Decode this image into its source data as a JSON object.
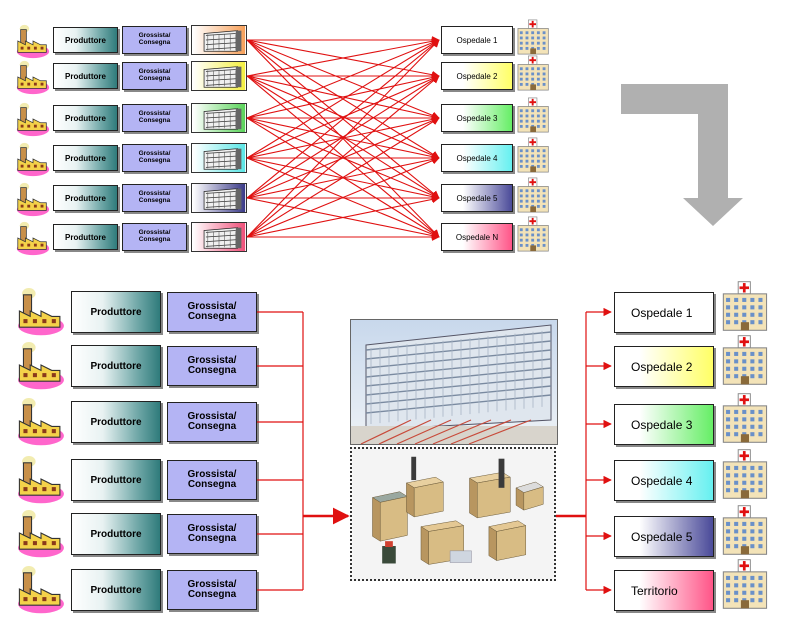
{
  "top": {
    "producer_label": "Produttore",
    "wholesaler_label": "Grossista/ Consegna",
    "rows": [
      {
        "warehouse_color": "#f7a05a"
      },
      {
        "warehouse_color": "#f4f040"
      },
      {
        "warehouse_color": "#5ad45a"
      },
      {
        "warehouse_color": "#5ae6e6"
      },
      {
        "warehouse_color": "#3a3a88"
      },
      {
        "warehouse_color": "#f0507a"
      }
    ],
    "hospitals": [
      {
        "label": "Ospedale 1",
        "color": "#ffffff"
      },
      {
        "label": "Ospedale 2",
        "color": "#ffff66"
      },
      {
        "label": "Ospedale 3",
        "color": "#66ee66"
      },
      {
        "label": "Ospedale 4",
        "color": "#66f0f0"
      },
      {
        "label": "Ospedale 5",
        "color": "#4a4a99"
      },
      {
        "label": "Ospedale N",
        "color": "#ff5588"
      }
    ]
  },
  "bottom": {
    "producer_label": "Produttore",
    "wholesaler_label": "Grossista/ Consegna",
    "hospitals": [
      {
        "label": "Ospedale 1",
        "color": "#ffffff"
      },
      {
        "label": "Ospedale 2",
        "color": "#ffff66"
      },
      {
        "label": "Ospedale 3",
        "color": "#66ee66"
      },
      {
        "label": "Ospedale 4",
        "color": "#66f0f0"
      },
      {
        "label": "Ospedale 5",
        "color": "#4a4a99"
      },
      {
        "label": "Territorio",
        "color": "#ff5588"
      }
    ]
  },
  "colors": {
    "arrow_red": "#e01010",
    "grey_arrow": "#b0b0b0"
  }
}
